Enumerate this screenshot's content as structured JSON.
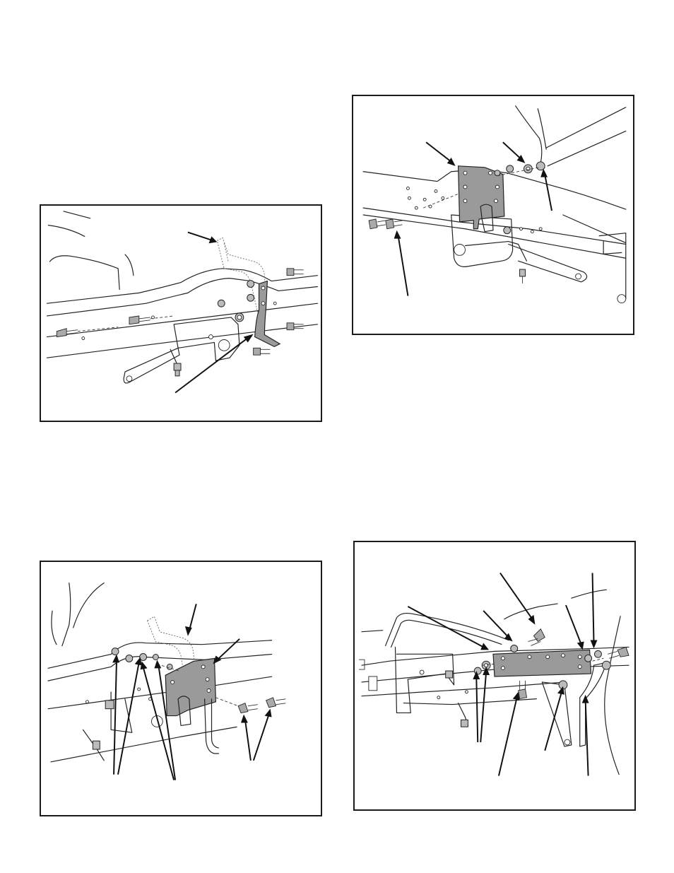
{
  "figures": [
    {
      "id": "a",
      "icon": "exploded-assembly-view-frame-bracket"
    },
    {
      "id": "b",
      "icon": "exploded-assembly-view-mount-plate"
    },
    {
      "id": "c",
      "icon": "exploded-assembly-view-lever-plate"
    },
    {
      "id": "d",
      "icon": "exploded-assembly-view-bar-plate"
    }
  ],
  "colors": {
    "line": "#222222",
    "part_fill": "#9a9a9a",
    "border": "#1a1a1a"
  }
}
